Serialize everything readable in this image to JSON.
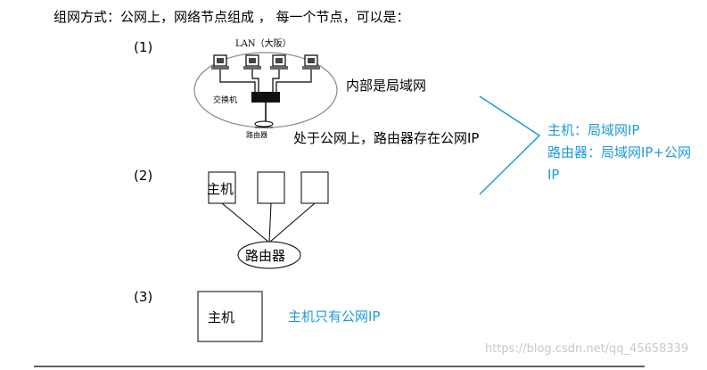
{
  "title": "组网方式：公网上，网络节点组成 ， 每一个节点，可以是：",
  "cases": [
    {
      "num": "(1)"
    },
    {
      "num": "(2)"
    },
    {
      "num": "(3)"
    }
  ],
  "figure1": {
    "lan_label": "LAN（大阪）",
    "switch_label": "交换机",
    "router_label": "路由器",
    "inner_note": "内部是局域网",
    "outer_note": "处于公网上，路由器存在公网IP"
  },
  "side_note": {
    "line1": "主机：局域网IP",
    "line2": "路由器：局域网IP+公网IP"
  },
  "figure2": {
    "host_label": "主机",
    "router_label": "路由器"
  },
  "figure3": {
    "host_label": "主机",
    "note": "主机只有公网IP"
  },
  "watermark": "https://blog.csdn.net/qq_45658339",
  "colors": {
    "accent": "#1e9ad6"
  }
}
